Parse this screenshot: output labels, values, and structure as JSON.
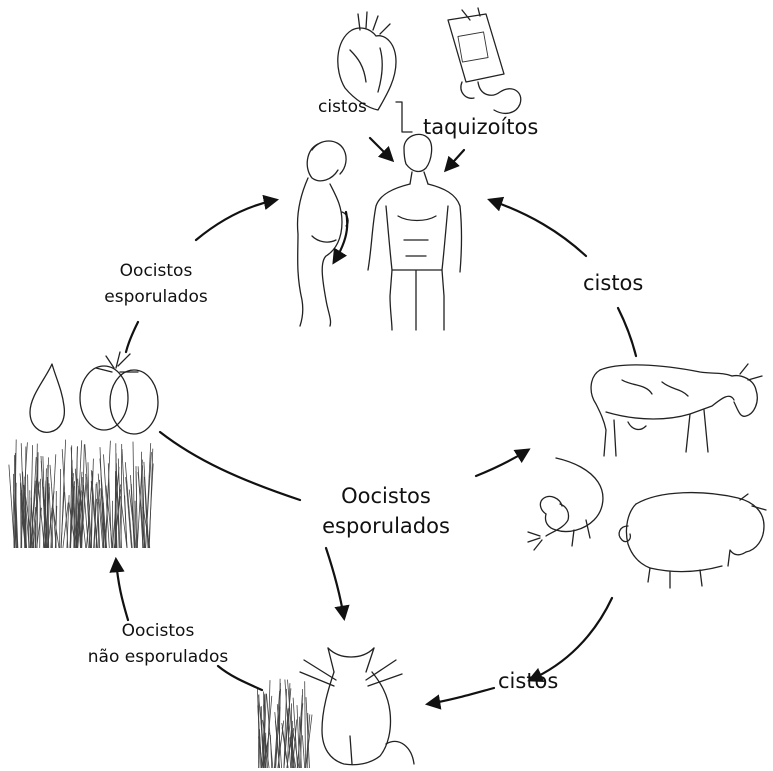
{
  "labels": {
    "cistos_top": "cistos",
    "taquizoitos": "taquizoítos",
    "oocistos_esporulados_left": "Oocistos\nesporulados",
    "cistos_right": "cistos",
    "oocistos_esporulados_center": "Oocistos\nesporulados",
    "oocistos_nao_esporulados": "Oocistos\nnão esporulados",
    "cistos_bottom": "cistos"
  },
  "icons": [
    "heart-icon",
    "iv-blood-bag-icon",
    "pregnant-woman-icon",
    "man-icon",
    "water-drop-icon",
    "tomato-icon",
    "grass-icon",
    "cow-icon",
    "mouse-icon",
    "pig-icon",
    "cat-icon"
  ],
  "colors": {
    "ink": "#111111",
    "background": "#ffffff"
  }
}
